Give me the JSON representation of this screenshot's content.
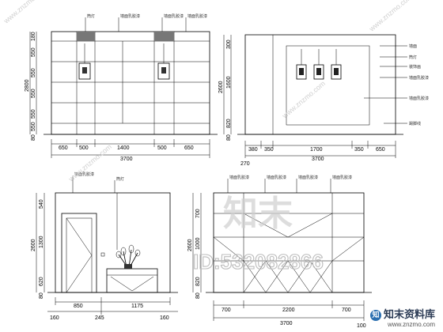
{
  "diagram": {
    "elevationA": {
      "horizontalDims": [
        "650",
        "500",
        "1400",
        "500",
        "650"
      ],
      "totalWidth": "3700",
      "verticalDims": [
        "180",
        "550",
        "550",
        "550",
        "550",
        "550",
        "80"
      ],
      "totalHeight": "2800"
    },
    "elevationB": {
      "horizontalDims": [
        "380",
        "350",
        "1700",
        "350",
        "650"
      ],
      "totalWidth": "3700",
      "offset": "270",
      "verticalDims": [
        "300",
        "1600",
        "820",
        "80"
      ],
      "totalHeight": "2600"
    },
    "elevationC": {
      "horizontalDims": [
        "850",
        "1175"
      ],
      "edgeDims": [
        "160",
        "245",
        "160"
      ],
      "verticalDims": [
        "540",
        "1300",
        "620",
        "80"
      ],
      "totalHeight": "2600"
    },
    "elevationD": {
      "horizontalDims": [
        "700",
        "2200",
        "700"
      ],
      "totalWidth": "3700",
      "edgeDim": "100",
      "verticalDims": [
        "700",
        "1000",
        "820",
        "80"
      ],
      "totalHeight": "2600"
    }
  },
  "watermark": {
    "characters": "知末",
    "id": "ID:532082866",
    "url": "www.znzmo.com"
  },
  "brand": {
    "name": "知末资料库",
    "url": "www.znzmo.com"
  }
}
